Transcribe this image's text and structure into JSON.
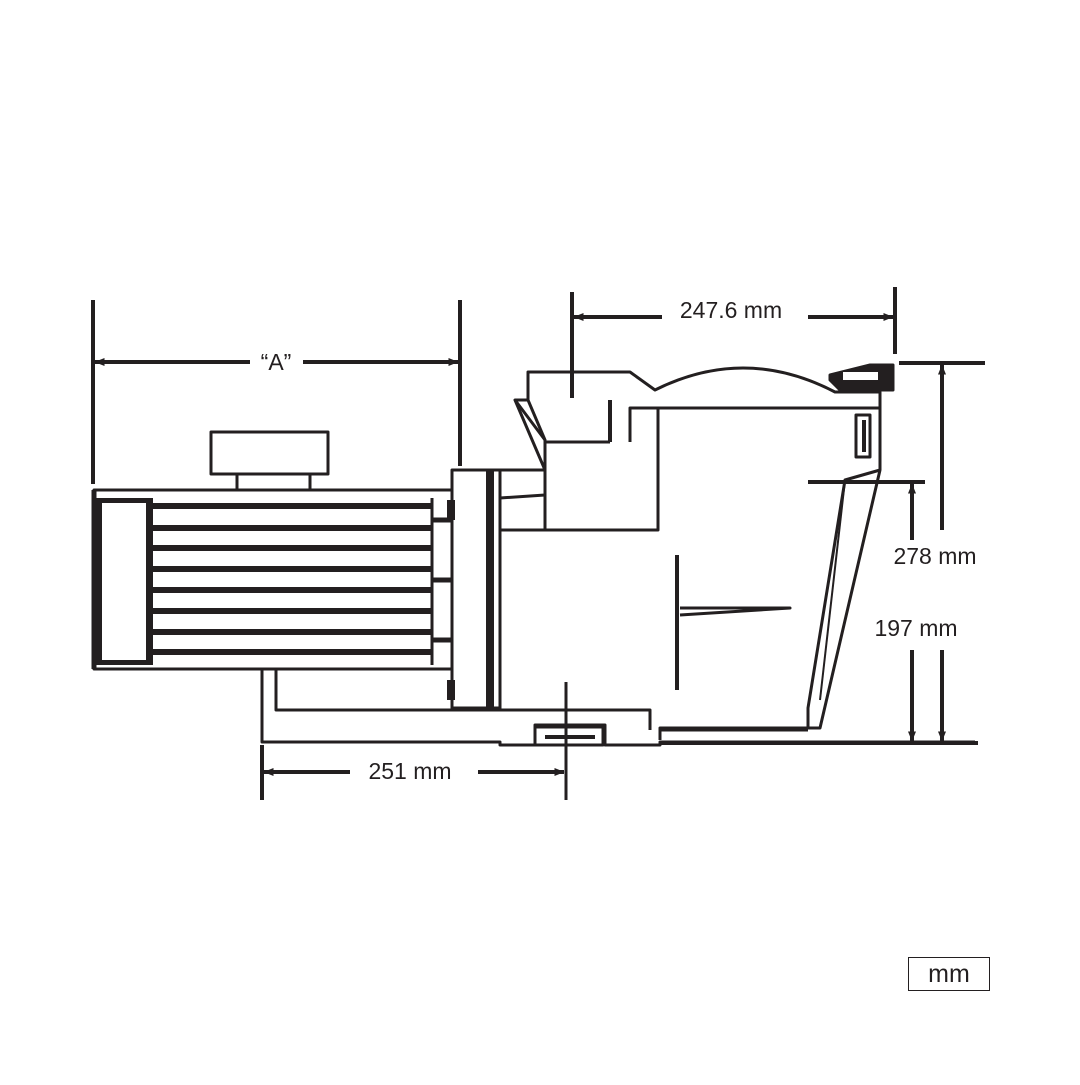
{
  "dimensions": {
    "motor_length": "“A”",
    "top_width": "247.6 mm",
    "overall_height": "278 mm",
    "inlet_height": "197 mm",
    "base_length": "251 mm"
  },
  "unit_label": "mm",
  "colors": {
    "line": "#231f20",
    "background": "#ffffff"
  }
}
